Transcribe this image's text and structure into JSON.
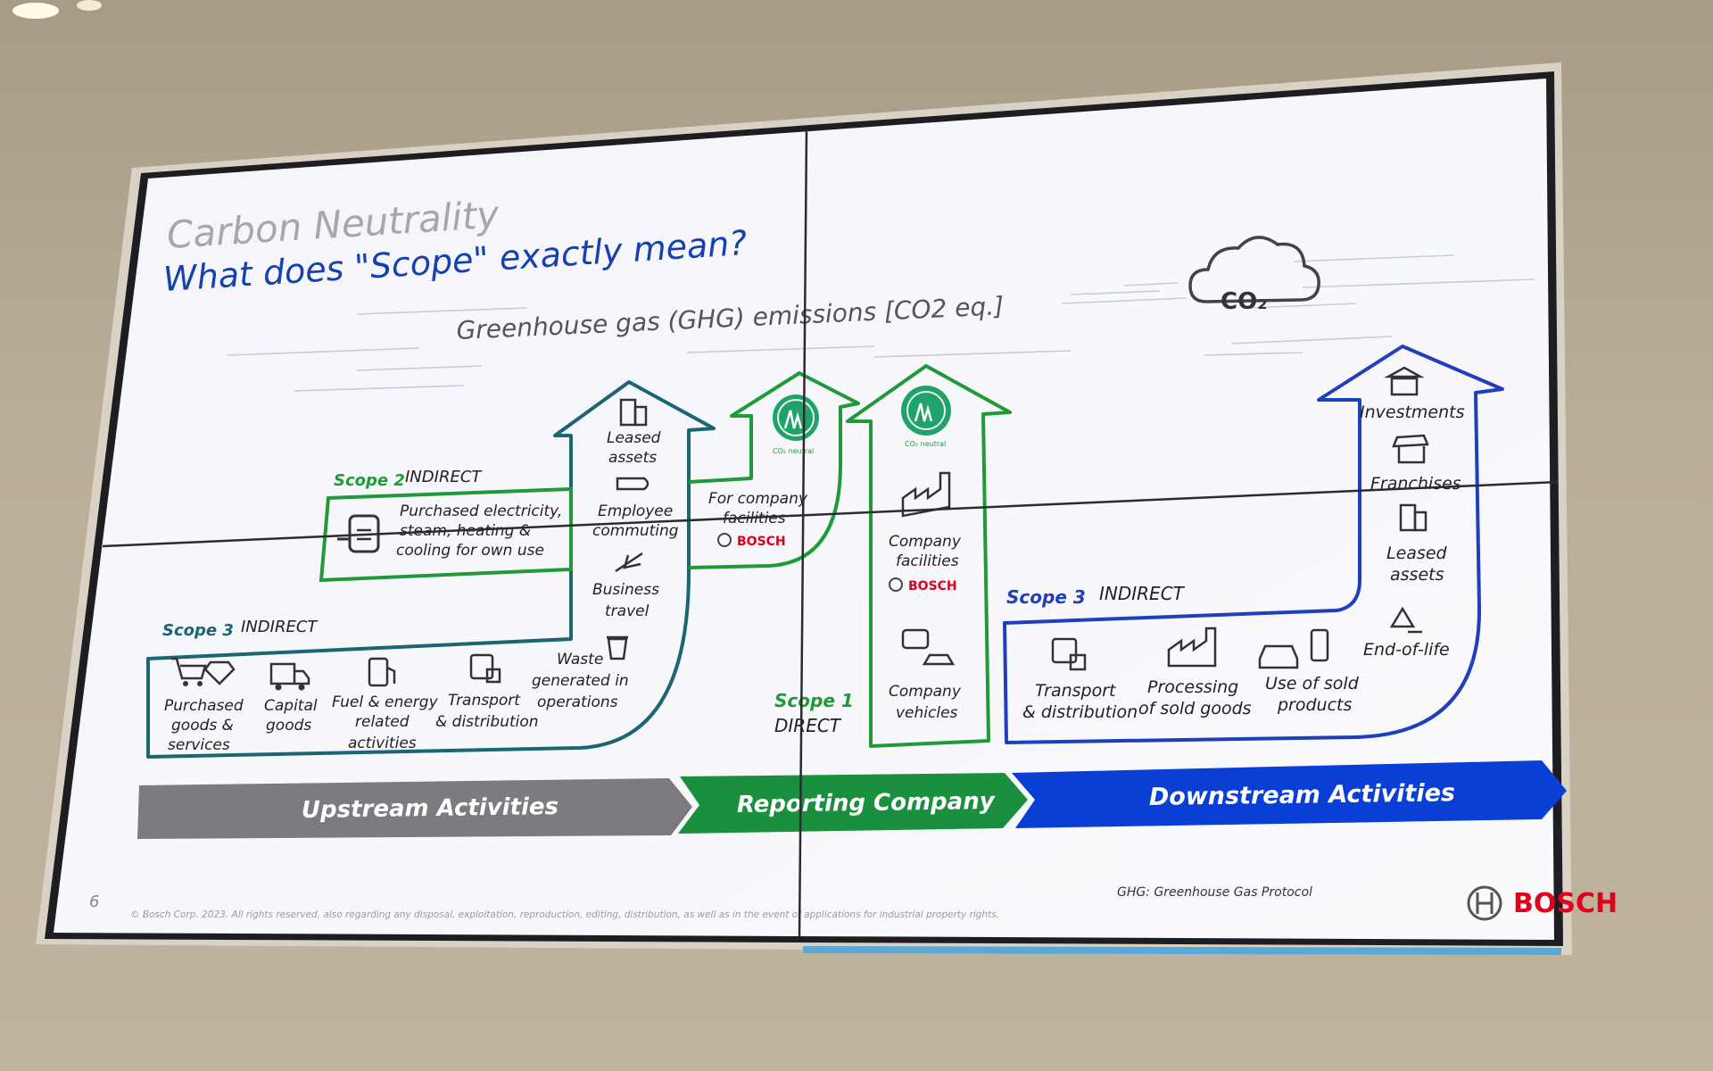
{
  "slide": {
    "title": "Carbon Neutrality",
    "subtitle": "What does \"Scope\" exactly mean?",
    "ghg_heading": "Greenhouse gas (GHG) emissions [CO2 eq.]",
    "cloud_label": "CO₂",
    "page_number": "6",
    "copyright": "© Bosch Corp. 2023. All rights reserved, also regarding any disposal, exploitation, reproduction, editing, distribution, as well as in the event of applications for industrial property rights.",
    "footnote": "GHG: Greenhouse Gas Protocol",
    "brand": "BOSCH",
    "co2_neutral_badge": "CO₂ neutral",
    "scope2": {
      "label": "Scope 2",
      "type": "INDIRECT",
      "text_line1": "Purchased electricity,",
      "text_line2": "steam, heating &",
      "text_line3": "cooling for own use",
      "target_line1": "For company",
      "target_line2": "facilities"
    },
    "scope3_up": {
      "label": "Scope 3",
      "type": "INDIRECT",
      "items": [
        {
          "line1": "Purchased",
          "line2": "goods &",
          "line3": "services"
        },
        {
          "line1": "Capital",
          "line2": "goods",
          "line3": ""
        },
        {
          "line1": "Fuel & energy",
          "line2": "related",
          "line3": "activities"
        },
        {
          "line1": "Transport",
          "line2": "& distribution",
          "line3": ""
        },
        {
          "line1": "Waste",
          "line2": "generated in",
          "line3": "operations"
        }
      ],
      "arrow_items": [
        {
          "line1": "Leased",
          "line2": "assets"
        },
        {
          "line1": "Employee",
          "line2": "commuting"
        },
        {
          "line1": "Business",
          "line2": "travel"
        }
      ]
    },
    "scope1": {
      "label": "Scope 1",
      "type": "DIRECT",
      "item1_line1": "Company",
      "item1_line2": "facilities",
      "item2_line1": "Company",
      "item2_line2": "vehicles"
    },
    "scope3_down": {
      "label": "Scope 3",
      "type": "INDIRECT",
      "items": [
        {
          "line1": "Transport",
          "line2": "& distribution"
        },
        {
          "line1": "Processing",
          "line2": "of sold goods"
        },
        {
          "line1": "Use of sold",
          "line2": "products"
        }
      ],
      "arrow_items": [
        {
          "line1": "Investments",
          "line2": ""
        },
        {
          "line1": "Franchises",
          "line2": ""
        },
        {
          "line1": "Leased",
          "line2": "assets"
        },
        {
          "line1": "End-of-life",
          "line2": ""
        }
      ]
    },
    "bands": {
      "upstream": "Upstream Activities",
      "reporting": "Reporting Company",
      "downstream": "Downstream Activities"
    }
  },
  "colors": {
    "gray_band": "#7d7a80",
    "green_band": "#1a8f3e",
    "blue_band": "#0a3fd6",
    "teal": "#1c6673",
    "green": "#1f9a37",
    "blue": "#1f3fbd",
    "brand_red": "#e2001a",
    "title_gray": "#a7a7ab",
    "title_blue": "#1540b0"
  }
}
